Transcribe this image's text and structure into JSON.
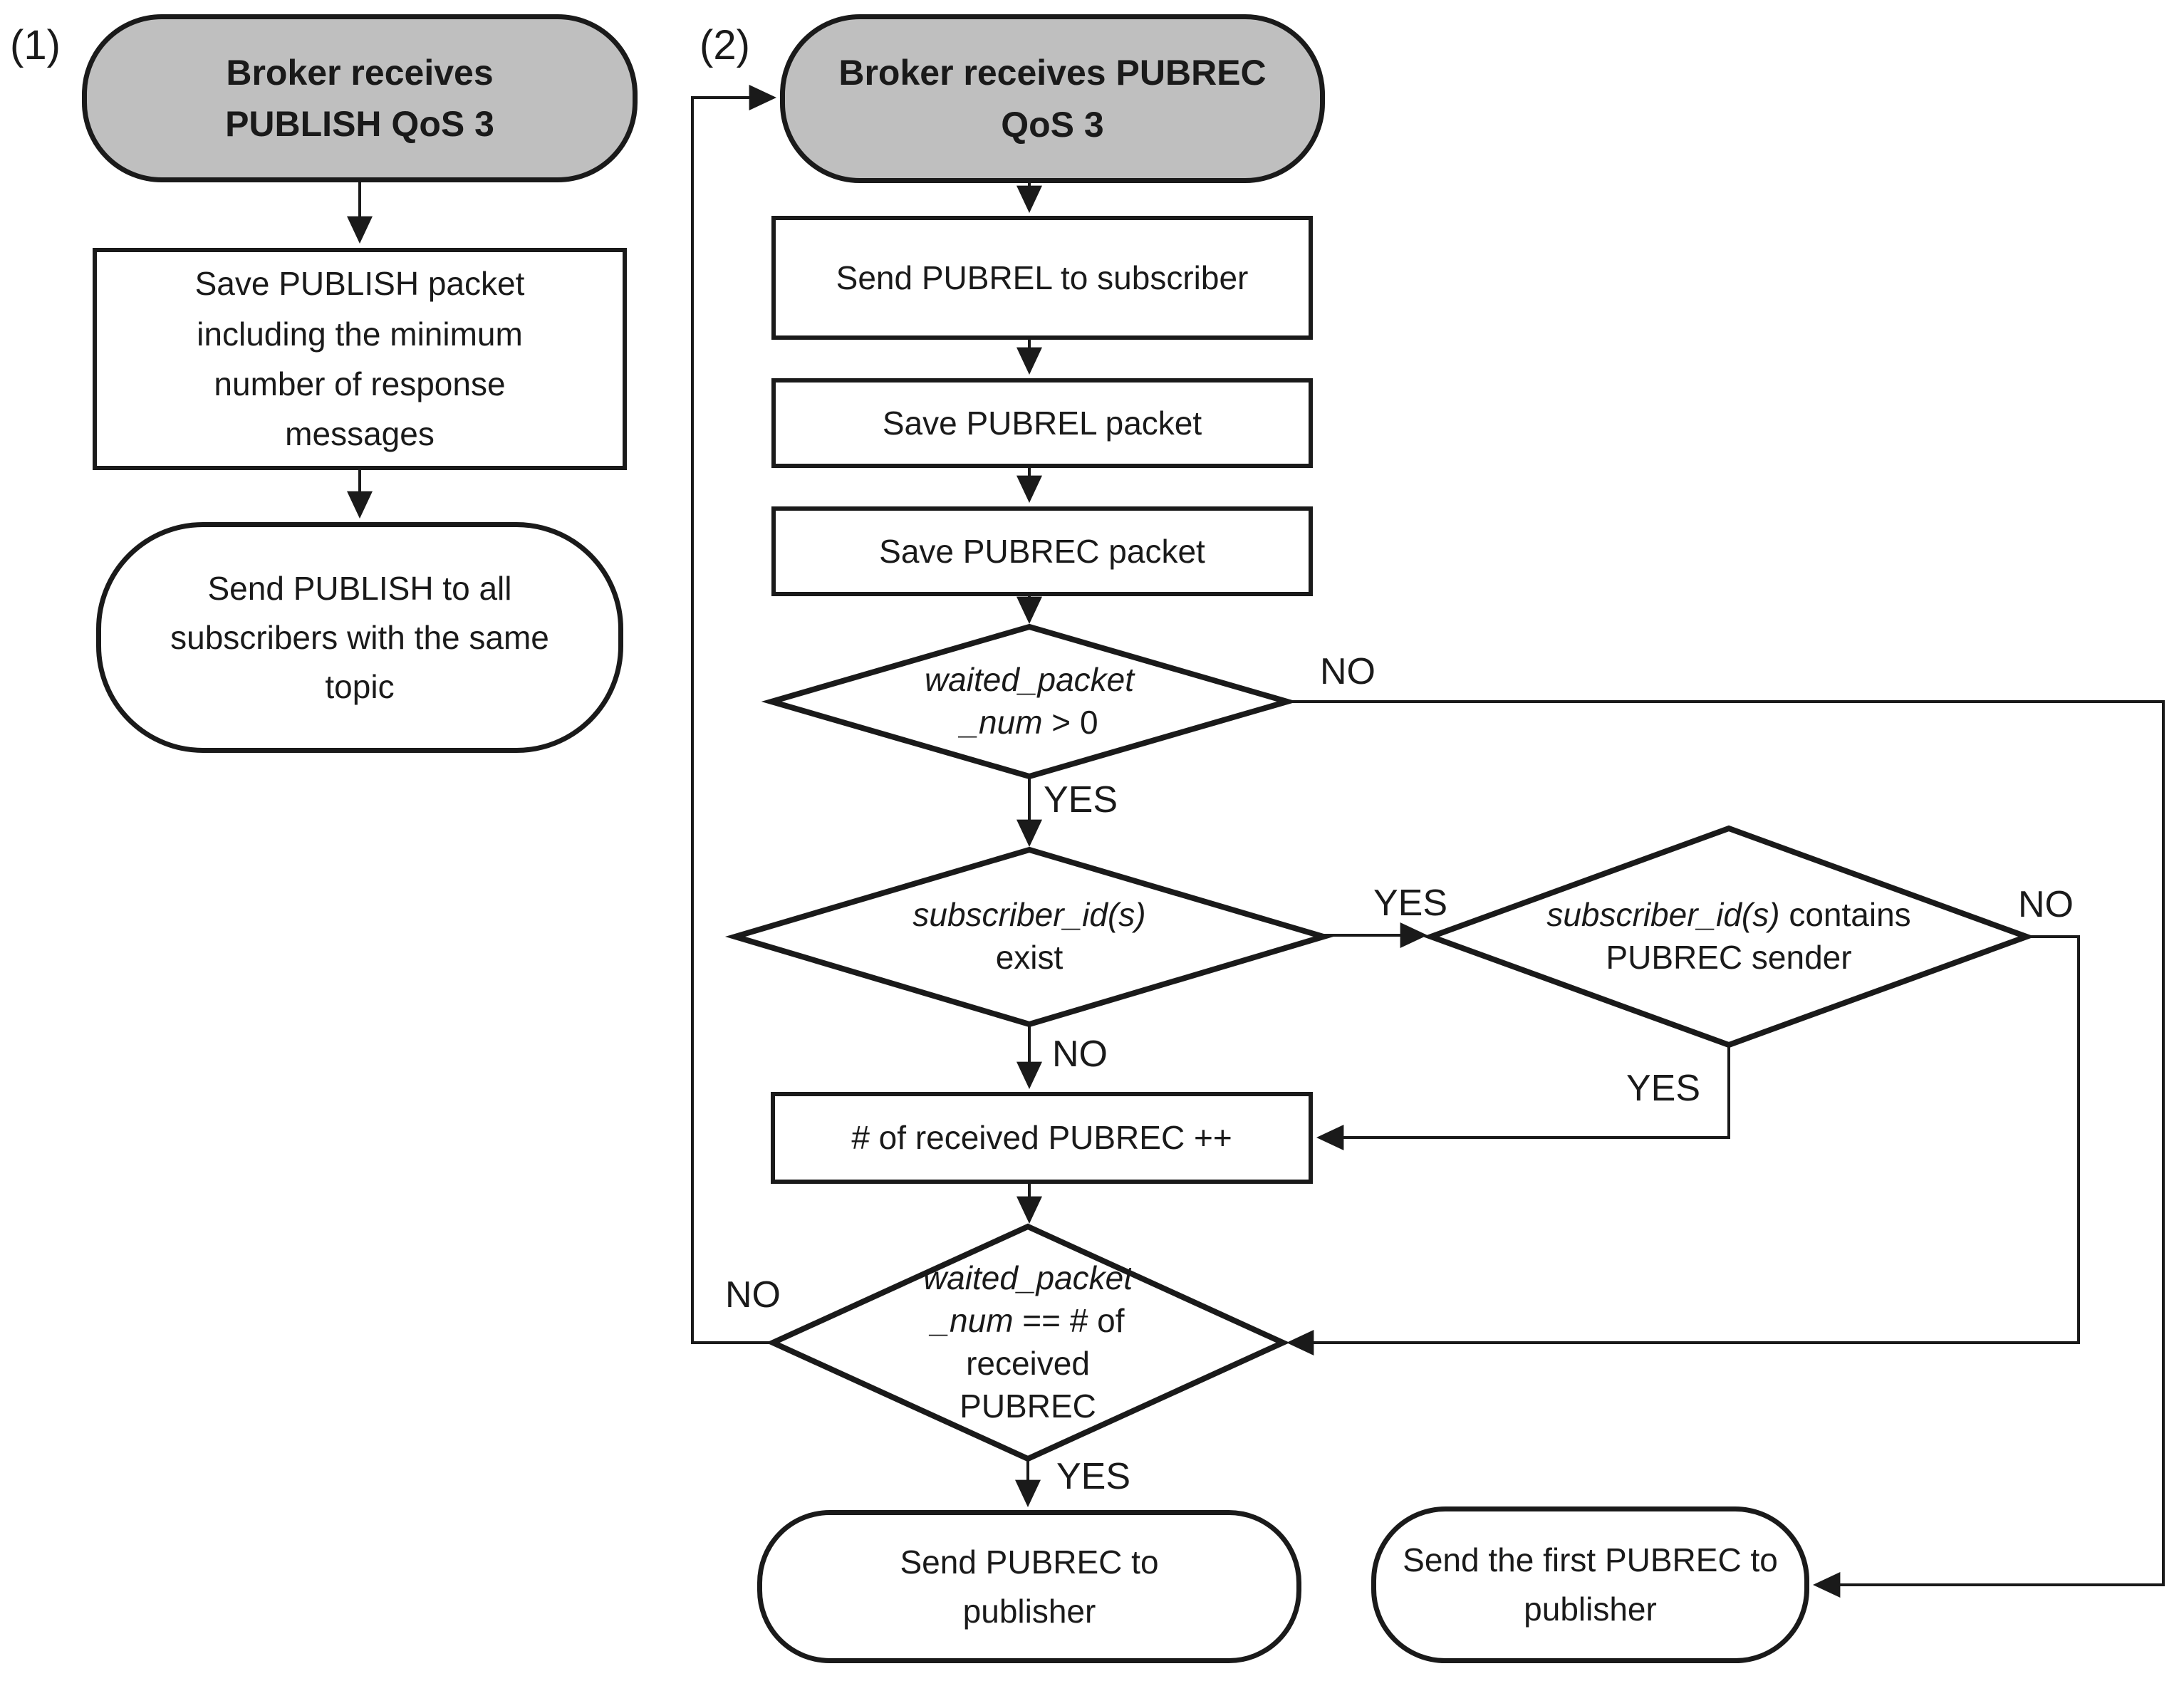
{
  "title": "Broker QoS 3 message handling flowchart",
  "colors": {
    "terminal_fill": "#bfbfbf",
    "shape_stroke": "#1a1a1a",
    "connector": "#1a1a1a"
  },
  "labels": {
    "part1": "(1)",
    "part2": "(2)",
    "yes": "YES",
    "no": "NO"
  },
  "nodes": {
    "t1": {
      "line1": "Broker receives",
      "line2": "PUBLISH QoS 3"
    },
    "r1": {
      "line1": "Save PUBLISH packet",
      "line2": "including the minimum",
      "line3": "number of response",
      "line4": "messages"
    },
    "t2": {
      "line1": "Send PUBLISH to all",
      "line2": "subscribers with the same",
      "line3": "topic"
    },
    "t3": {
      "line1": "Broker receives PUBREC",
      "line2": "QoS 3"
    },
    "r2": {
      "text": "Send PUBREL to subscriber"
    },
    "r3": {
      "text": "Save PUBREL packet"
    },
    "r4": {
      "text": "Save PUBREC packet"
    },
    "d1": {
      "line1": "waited_packet",
      "line2_var": "_num",
      "line2_rest": " > 0"
    },
    "d2": {
      "line1": "subscriber_id(s)",
      "line2": "exist"
    },
    "d3": {
      "line1_var": "subscriber_id(s)",
      "line1_rest": " contains",
      "line2": "PUBREC sender"
    },
    "d4": {
      "line1": "waited_packet",
      "line2_var": "_num",
      "line2_rest": " == # of",
      "line3": "received",
      "line4": "PUBREC"
    },
    "r5": {
      "text": "# of received PUBREC ++"
    },
    "t4": {
      "line1": "Send PUBREC to",
      "line2": "publisher"
    },
    "t5": {
      "line1": "Send the first PUBREC to",
      "line2": "publisher"
    }
  }
}
